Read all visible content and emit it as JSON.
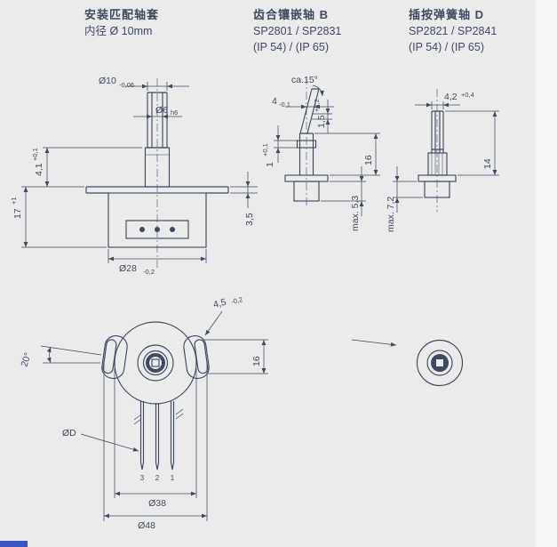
{
  "colors": {
    "background": "#ebebeb",
    "ink": "#3f4a5f",
    "artifact_blue": "#3956c8"
  },
  "headers": {
    "col1": {
      "title": "安装匹配轴套",
      "line1": "内径 Ø 10mm"
    },
    "col2": {
      "title": "齿合镶嵌轴 B",
      "line1": "SP2801 / SP2831",
      "line2": "(IP 54) / (IP 65)"
    },
    "col3": {
      "title": "插按弹簧轴 D",
      "line1": "SP2821 / SP2841",
      "line2": "(IP 54) / (IP 65)"
    }
  },
  "view_sleeve": {
    "dia10": "Ø10",
    "dia10_tol": "-0,06",
    "dia6": "Ø6",
    "dia6_tol": "h6",
    "h4_1": "4,1",
    "h4_1_tol": "+0,1",
    "h17": "17",
    "h17_tol": "+1",
    "t3_5": "3,5",
    "dia28": "Ø28",
    "dia28_tol": "-0,2"
  },
  "view_axis_b": {
    "angle": "ca.15°",
    "w4": "4",
    "w4_tol": "-0,1",
    "d1_5": "1,5",
    "d1_5_tol": "+0,2",
    "h1": "1",
    "h1_tol": "+0,1",
    "h16": "16",
    "max": "max. 5,3"
  },
  "view_axis_d": {
    "w4_2": "4,2",
    "w4_2_tol": "+0,4",
    "h14": "14",
    "max": "max. 7,2"
  },
  "view_front": {
    "slot_w": "4,5",
    "slot_w_tol": "-0,2",
    "angle": "20°",
    "slot_l": "16",
    "pin_dia": "ØD",
    "pins": {
      "p3": "3",
      "p2": "2",
      "p1": "1"
    },
    "dia38": "Ø38",
    "dia48": "Ø48"
  }
}
